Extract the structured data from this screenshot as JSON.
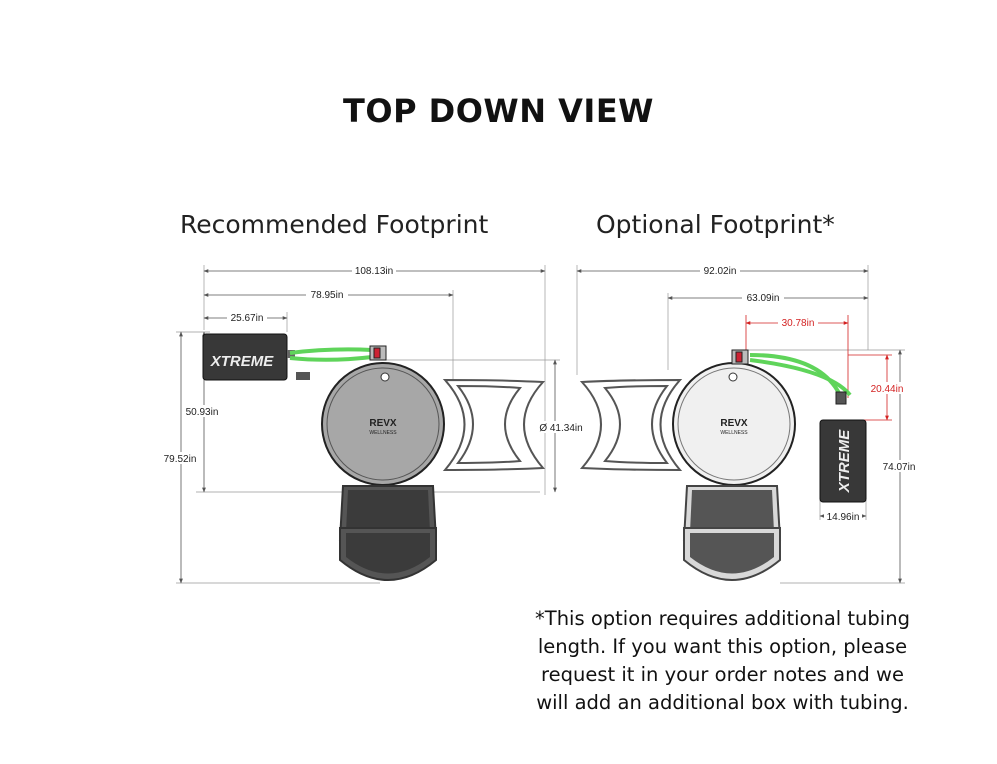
{
  "title": "TOP DOWN VIEW",
  "left_view": {
    "heading": "Recommended Footprint",
    "dims": {
      "overall_width": "108.13in",
      "tub_to_tub": "78.95in",
      "chiller_width": "25.67in",
      "tub_depth": "50.93in",
      "overall_depth": "79.52in",
      "tub_diameter": "Ø 41.34in"
    },
    "chiller_brand": "XTREME",
    "tub_logo": "REVX",
    "tub_logo_sub": "WELLNESS"
  },
  "right_view": {
    "heading": "Optional Footprint*",
    "dims": {
      "overall_width": "92.02in",
      "tub_to_chiller": "63.09in",
      "chiller_offset_x": "30.78in",
      "chiller_offset_y": "20.44in",
      "overall_depth": "74.07in",
      "chiller_width": "14.96in"
    },
    "chiller_brand": "XTREME",
    "tub_logo": "REVX",
    "tub_logo_sub": "WELLNESS"
  },
  "note_lines": [
    "*This option requires additional tubing",
    "length. If you want this option, please",
    "request it in your order notes and we",
    "will add an additional box with tubing."
  ],
  "colors": {
    "dim_line": "#666666",
    "red_dim": "#d32222",
    "tube": "#5fd45a",
    "chiller": "#3a3a3a",
    "tub_left": "#a7a7a7",
    "tub_right": "#f0f0f0",
    "steps": "#444444"
  }
}
